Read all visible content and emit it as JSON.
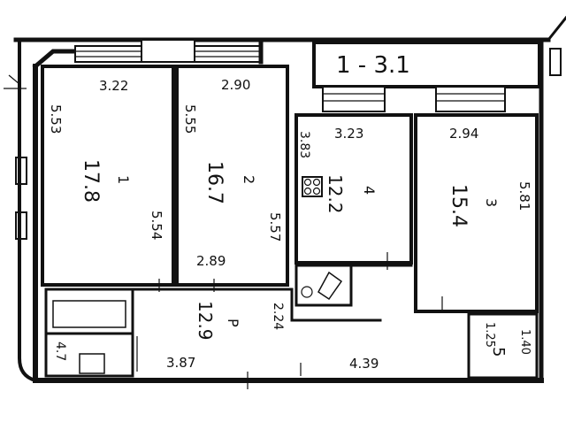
{
  "balcony": {
    "label": "1 - 3.1"
  },
  "rooms": [
    {
      "id": "1",
      "number": "1",
      "area": "17.8",
      "dim_top": "3.22",
      "dim_left": "5.53",
      "dim_right": "5.54"
    },
    {
      "id": "2",
      "number": "2",
      "area": "16.7",
      "dim_top": "2.90",
      "dim_left": "5.55",
      "dim_right": "5.57",
      "dim_bottom": "2.89"
    },
    {
      "id": "3",
      "number": "3",
      "area": "15.4",
      "dim_top": "2.94",
      "dim_right": "5.81"
    },
    {
      "id": "4",
      "number": "4",
      "area": "12.2",
      "dim_top": "3.23",
      "dim_left": "3.83"
    },
    {
      "id": "5",
      "number": "5",
      "area": "",
      "dim_top": "1.25",
      "dim_right": "1.40"
    },
    {
      "id": "hall",
      "number": "P",
      "area": "12.9",
      "dim_bottom_left": "3.87",
      "dim_right": "2.24",
      "dim_bottom_right": "4.39"
    },
    {
      "id": "small",
      "number": "",
      "area": "4.7"
    }
  ],
  "icons": {
    "stove": "stove-icon",
    "sink": "sink-icon"
  }
}
